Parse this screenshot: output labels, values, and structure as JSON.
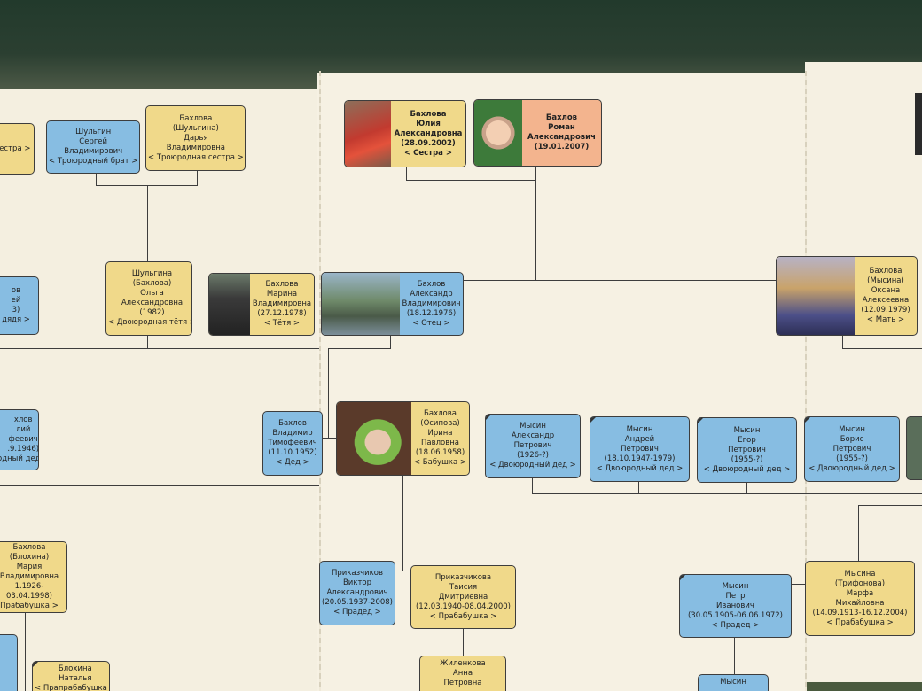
{
  "cards": {
    "c_yulia": {
      "lines": [
        "Бахлова",
        "Юлия",
        "Александровна",
        "(28.09.2002)",
        "< Сестра >"
      ]
    },
    "c_roman": {
      "lines": [
        "Бахлов",
        "Роман",
        "Александрович",
        "(19.01.2007)"
      ]
    },
    "c_sergey": {
      "lines": [
        "Шульгин",
        "Сергей",
        "Владимирович",
        "< Троюродный брат >"
      ]
    },
    "c_darya": {
      "lines": [
        "Бахлова",
        "(Шульгина)",
        "Дарья",
        "Владимировна",
        "< Троюродная сестра >"
      ]
    },
    "c_leftsis": {
      "lines": [
        "",
        "",
        "",
        "сестра >"
      ]
    },
    "c_olga": {
      "lines": [
        "Шульгина",
        "(Бахлова)",
        "Ольга",
        "Александровна",
        "(1982)",
        "< Двоюродная тётя >"
      ]
    },
    "c_marina": {
      "lines": [
        "Бахлова",
        "Марина",
        "Владимировна",
        "(27.12.1978)",
        "< Тётя >"
      ]
    },
    "c_alex": {
      "lines": [
        "Бахлов",
        "Александр",
        "Владимирович",
        "(18.12.1976)",
        "< Отец >"
      ]
    },
    "c_oksana": {
      "lines": [
        "Бахлова",
        "(Мысина)",
        "Оксана",
        "Алексеевна",
        "(12.09.1979)",
        "< Мать >"
      ]
    },
    "c_leftuncle": {
      "lines": [
        "ов",
        "ей",
        "",
        "3)",
        "дядя >"
      ]
    },
    "c_vladimir": {
      "lines": [
        "Бахлов",
        "Владимир",
        "Тимофеевич",
        "(11.10.1952)",
        "< Дед >"
      ]
    },
    "c_irina": {
      "lines": [
        "Бахлова",
        "(Осипова)",
        "Ирина",
        "Павловна",
        "(18.06.1958)",
        "< Бабушка >"
      ]
    },
    "c_malex": {
      "lines": [
        "Мысин",
        "Александр",
        "Петрович",
        "(1926-?)",
        "< Двоюродный дед >"
      ]
    },
    "c_mandrey": {
      "lines": [
        "Мысин",
        "Андрей",
        "Петрович",
        "(18.10.1947-1979)",
        "< Двоюродный дед >"
      ]
    },
    "c_megor": {
      "lines": [
        "Мысин",
        "Егор",
        "Петрович",
        "(1955-?)",
        "< Двоюродный дед >"
      ]
    },
    "c_mboris": {
      "lines": [
        "Мысин",
        "Борис",
        "Петрович",
        "(1955-?)",
        "< Двоюродный дед >"
      ]
    },
    "c_leftded": {
      "lines": [
        "хлов",
        "лий",
        "феевич",
        ".9.1946)",
        "одный дед >"
      ]
    },
    "c_mariya": {
      "lines": [
        "Бахлова",
        "(Блохина)",
        "Мария",
        "Владимировна",
        "1.1926-03.04.1998)",
        "Прабабушка >"
      ]
    },
    "c_viktor": {
      "lines": [
        "Приказчиков",
        "Виктор",
        "Александрович",
        "(20.05.1937-2008)",
        "< Прадед >"
      ]
    },
    "c_taisiya": {
      "lines": [
        "Приказчикова",
        "Таисия",
        "Дмитриевна",
        "(12.03.1940-08.04.2000)",
        "< Прабабушка >"
      ]
    },
    "c_petr": {
      "lines": [
        "Мысин",
        "Петр",
        "Иванович",
        "(30.05.1905-06.06.1972)",
        "< Прадед >"
      ]
    },
    "c_marfa": {
      "lines": [
        "Мысина",
        "(Трифонова)",
        "Марфа",
        "Михайловна",
        "(14.09.1913-16.12.2004)",
        "< Прабабушка >"
      ]
    },
    "c_anna": {
      "lines": [
        "Жиленкова",
        "Анна",
        "Петровна"
      ]
    },
    "c_natalya": {
      "lines": [
        "Блохина",
        "Наталья",
        "< Прапрабабушка >"
      ]
    },
    "c_mysin_b": {
      "lines": [
        "Мысин"
      ]
    }
  },
  "colors": {
    "male": "#87bde2",
    "female": "#f0d98a",
    "self": "#f3b48e",
    "paper": "#f4efe0",
    "wall": "#2b3f31"
  }
}
